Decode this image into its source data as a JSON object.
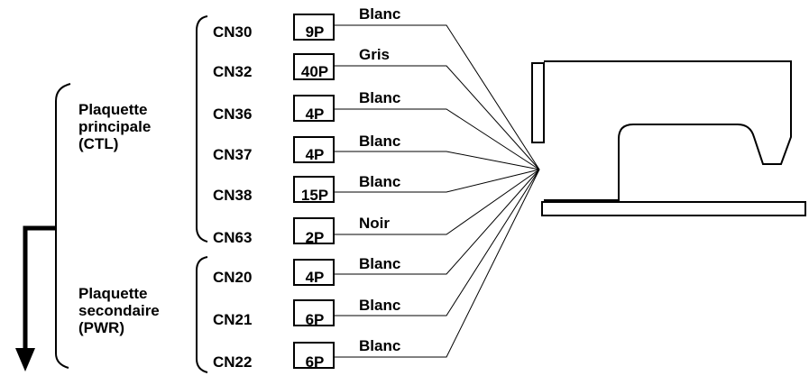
{
  "boards": [
    {
      "name_lines": [
        "Plaquette",
        "principale",
        "(CTL)"
      ],
      "connectors": [
        {
          "id": "CN30",
          "pins": "9P",
          "color": "Blanc"
        },
        {
          "id": "CN32",
          "pins": "40P",
          "color": "Gris"
        },
        {
          "id": "CN36",
          "pins": "4P",
          "color": "Blanc"
        },
        {
          "id": "CN37",
          "pins": "4P",
          "color": "Blanc"
        },
        {
          "id": "CN38",
          "pins": "15P",
          "color": "Blanc"
        },
        {
          "id": "CN63",
          "pins": "2P",
          "color": "Noir"
        }
      ]
    },
    {
      "name_lines": [
        "Plaquette",
        "secondaire",
        "(PWR)"
      ],
      "connectors": [
        {
          "id": "CN20",
          "pins": "4P",
          "color": "Blanc"
        },
        {
          "id": "CN21",
          "pins": "6P",
          "color": "Blanc"
        },
        {
          "id": "CN22",
          "pins": "6P",
          "color": "Blanc"
        }
      ]
    }
  ],
  "style": {
    "line_color": "#000000",
    "background": "#ffffff"
  }
}
